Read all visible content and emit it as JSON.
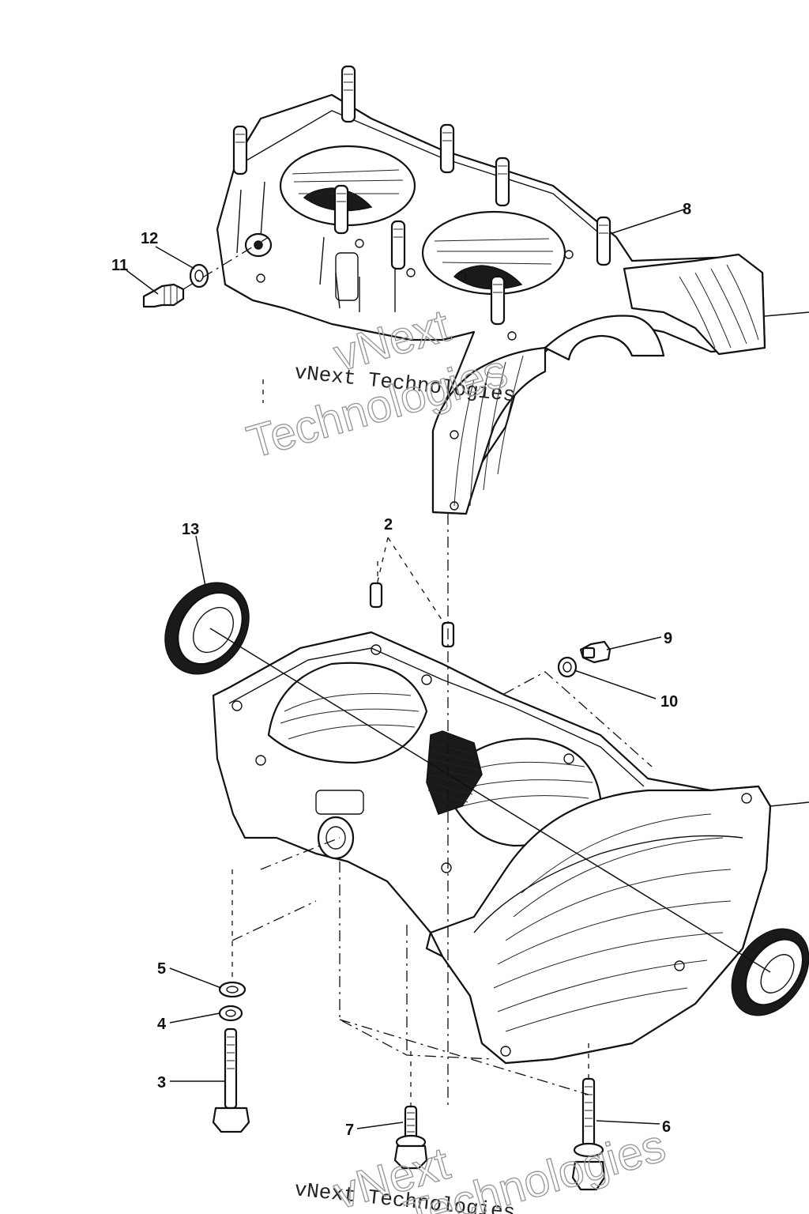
{
  "callouts": {
    "n2": "2",
    "n3": "3",
    "n4": "4",
    "n5": "5",
    "n6": "6",
    "n7": "7",
    "n8": "8",
    "n9": "9",
    "n10": "10",
    "n11": "11",
    "n12": "12",
    "n13": "13"
  },
  "watermark": {
    "text_small": "vNext Technologies",
    "line1": "vNext",
    "line2": "Technologies"
  }
}
